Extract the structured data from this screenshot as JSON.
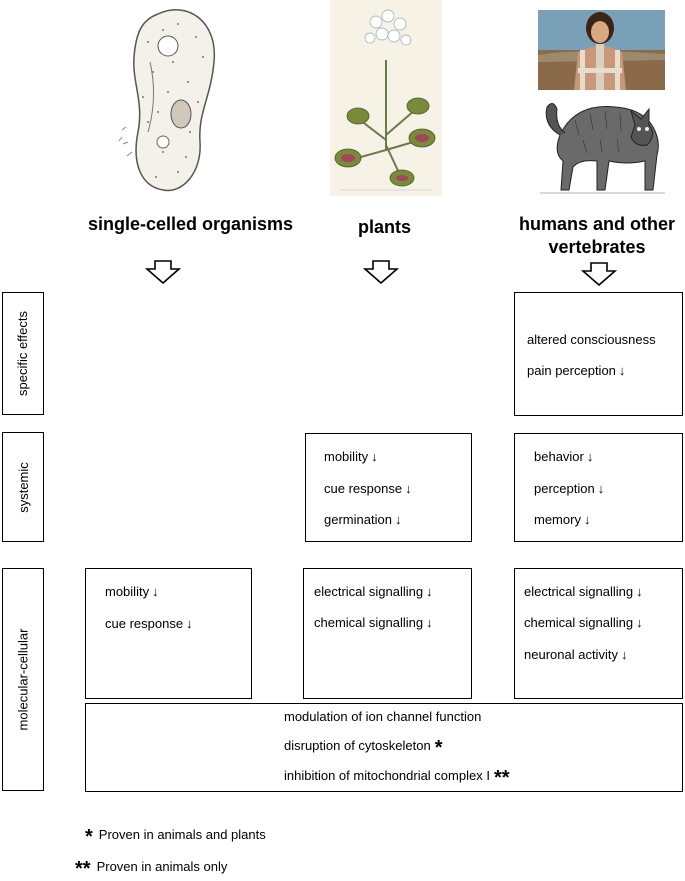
{
  "columns": {
    "single_celled": "single-celled organisms",
    "plants": "plants",
    "humans_line1": "humans and other",
    "humans_line2": "vertebrates"
  },
  "rows": {
    "specific": "specific effects",
    "systemic": "systemic",
    "molecular": "molecular-cellular"
  },
  "specific_effects": {
    "humans": [
      "altered consciousness",
      "pain perception"
    ]
  },
  "systemic": {
    "plants": [
      "mobility",
      "cue response",
      "germination"
    ],
    "humans": [
      "behavior",
      "perception",
      "memory"
    ]
  },
  "molecular": {
    "single_celled": [
      "mobility",
      "cue response"
    ],
    "plants": [
      "electrical signalling",
      "chemical signalling"
    ],
    "humans": [
      "electrical signalling",
      "chemical signalling",
      "neuronal activity"
    ]
  },
  "shared": {
    "items": [
      "modulation of ion channel function",
      "disruption of cytoskeleton",
      "inhibition of mitochondrial complex I"
    ],
    "mark1": "*",
    "mark2": "**"
  },
  "footnotes": {
    "mark1": "*",
    "text1": "Proven in animals and plants",
    "mark2": "**",
    "text2": "Proven in animals only"
  },
  "decrease_symbol": "↓",
  "icons": [
    "paramecium-illustration",
    "venus-flytrap-illustration",
    "portrait-painting",
    "cat-engraving",
    "hollow-down-arrow-icon"
  ]
}
